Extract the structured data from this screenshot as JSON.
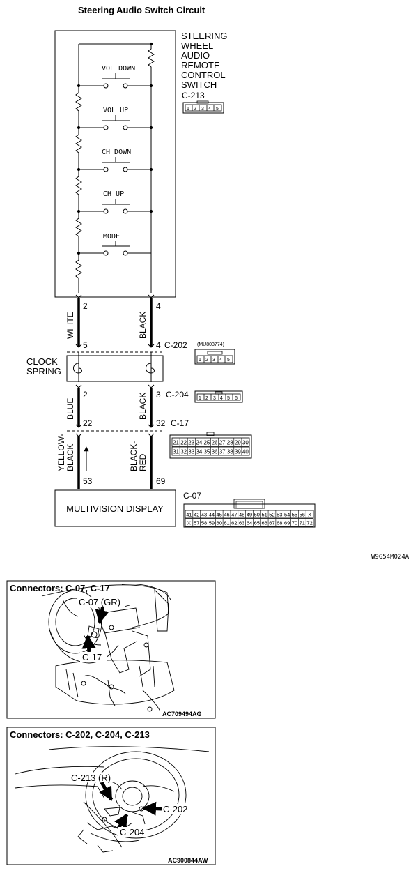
{
  "title": "Steering Audio Switch Circuit",
  "switch_unit": {
    "name_lines": [
      "STEERING",
      "WHEEL",
      "AUDIO",
      "REMOTE",
      "CONTROL",
      "SWITCH"
    ],
    "connector": "C-213",
    "connector_pins": [
      "1",
      "2",
      "3",
      "4",
      "5"
    ],
    "buttons": [
      "VOL DOWN",
      "VOL UP",
      "CH DOWN",
      "CH UP",
      "MODE"
    ],
    "terminal_left": "2",
    "terminal_right": "4"
  },
  "wires": {
    "upper_left_color": "WHITE",
    "upper_right_color": "BLACK",
    "middle_left_color": "BLUE",
    "middle_right_color": "BLACK",
    "lower_left_color_line1": "YELLOW-",
    "lower_left_color_line2": "BLACK",
    "lower_right_color_line1": "BLACK-",
    "lower_right_color_line2": "RED"
  },
  "clock_spring": {
    "label_line1": "CLOCK",
    "label_line2": "SPRING",
    "top_pin_left": "5",
    "top_pin_right": "4",
    "bottom_pin_left": "2",
    "bottom_pin_right": "3"
  },
  "connectors": {
    "c202": {
      "name": "C-202",
      "part": "(MU803774)",
      "pins": [
        "1",
        "2",
        "3",
        "4",
        "5"
      ]
    },
    "c204": {
      "name": "C-204",
      "pins": [
        "1",
        "2",
        "3",
        "4",
        "5",
        "6"
      ]
    },
    "c17": {
      "name": "C-17",
      "pin_left": "22",
      "pin_right": "32",
      "row1": [
        "21",
        "22",
        "23",
        "24",
        "25",
        "26",
        "27",
        "28",
        "29",
        "30"
      ],
      "row2": [
        "31",
        "32",
        "33",
        "34",
        "35",
        "36",
        "37",
        "38",
        "39",
        "40"
      ]
    },
    "c07": {
      "name": "C-07",
      "row1": [
        "41",
        "42",
        "43",
        "44",
        "45",
        "46",
        "47",
        "48",
        "49",
        "50",
        "51",
        "52",
        "53",
        "54",
        "55",
        "56",
        "X"
      ],
      "row2": [
        "X",
        "57",
        "58",
        "59",
        "60",
        "61",
        "62",
        "63",
        "64",
        "65",
        "66",
        "67",
        "68",
        "69",
        "70",
        "71",
        "72"
      ]
    }
  },
  "display": {
    "label": "MULTIVISION DISPLAY",
    "pin_left": "53",
    "pin_right": "69"
  },
  "diagram_code": "W9G54M024A",
  "photo1": {
    "title": "Connectors: C-07, C-17",
    "callout1": "C-07 (GR)",
    "callout2": "C-17",
    "code": "AC709494AG"
  },
  "photo2": {
    "title": "Connectors: C-202, C-204, C-213",
    "callout1": "C-213 (R)",
    "callout2": "C-202",
    "callout3": "C-204",
    "code": "AC900844AW"
  }
}
